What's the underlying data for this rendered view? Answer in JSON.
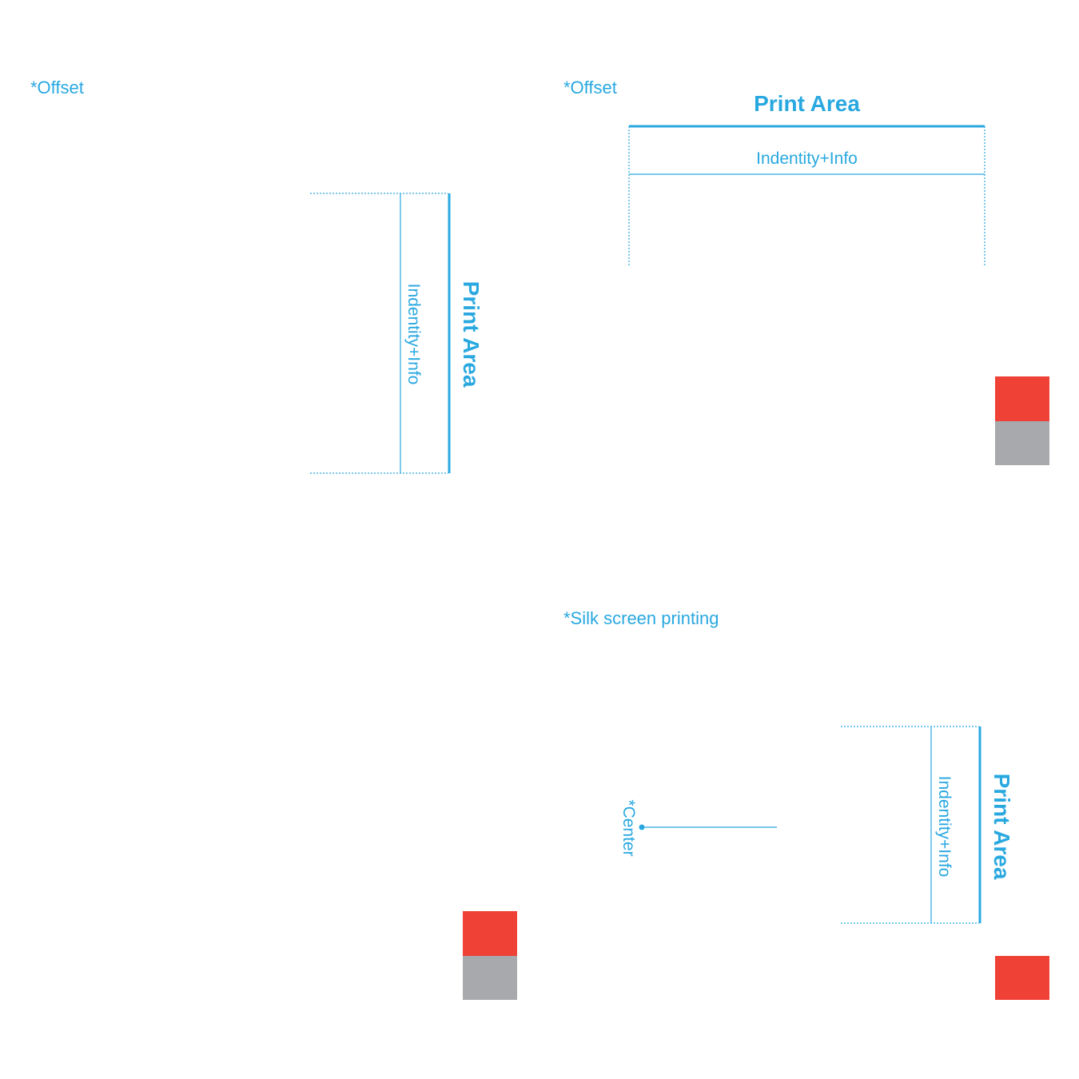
{
  "colors": {
    "accent": "#29a8e0",
    "swatch_red": "#ef4136",
    "swatch_gray": "#a7a9ac"
  },
  "panels": {
    "top_left": {
      "method_label": "*Offset",
      "print_area_label": "Print Area",
      "identity_label": "Indentity+Info"
    },
    "top_right": {
      "method_label": "*Offset",
      "print_area_label": "Print Area",
      "identity_label": "Indentity+Info"
    },
    "bottom_right": {
      "method_label": "*Silk screen printing",
      "center_label": "*Center",
      "print_area_label": "Print Area",
      "identity_label": "Indentity+Info"
    }
  }
}
